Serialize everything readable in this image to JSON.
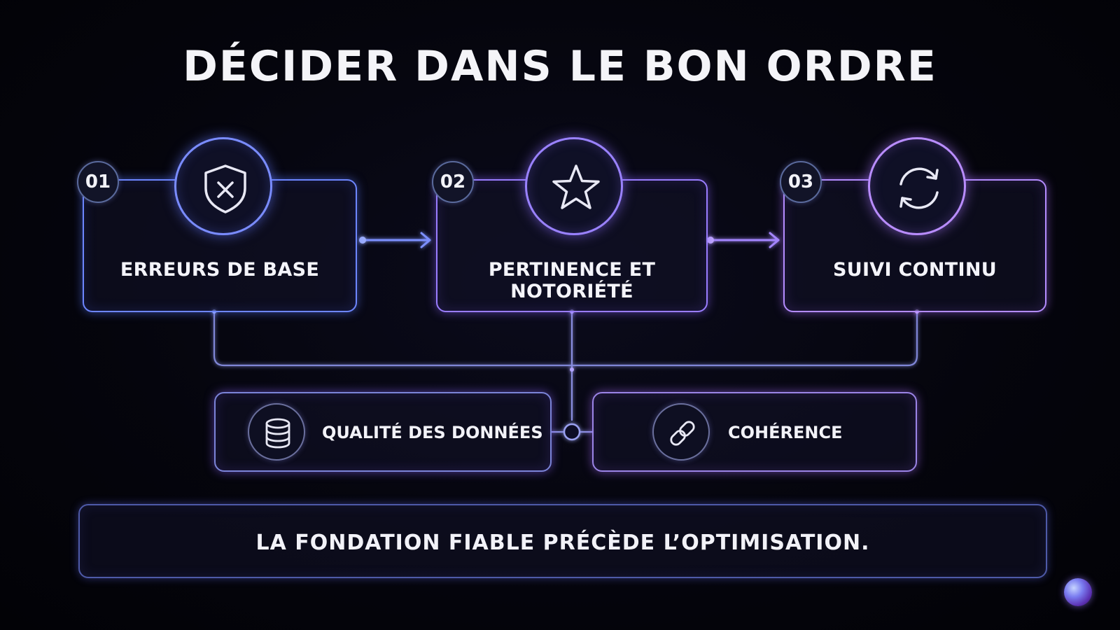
{
  "title": "DÉCIDER DANS LE BON ORDRE",
  "steps": [
    {
      "number": "01",
      "label": "ERREURS DE BASE",
      "icon": "shield-x-icon",
      "color": "#6d86ff"
    },
    {
      "number": "02",
      "label": "PERTINENCE ET NOTORIÉTÉ",
      "icon": "star-icon",
      "color": "#9a7dff"
    },
    {
      "number": "03",
      "label": "SUIVI CONTINU",
      "icon": "refresh-icon",
      "color": "#b48cff"
    }
  ],
  "supports": [
    {
      "label": "QUALITÉ DES DONNÉES",
      "icon": "database-icon"
    },
    {
      "label": "COHÉRENCE",
      "icon": "link-icon"
    }
  ],
  "footer": "LA FONDATION FIABLE PRÉCÈDE L’OPTIMISATION.",
  "colors": {
    "background": "#030308",
    "accent_blue": "#6d86ff",
    "accent_violet": "#9a7dff",
    "accent_purple": "#b48cff"
  }
}
